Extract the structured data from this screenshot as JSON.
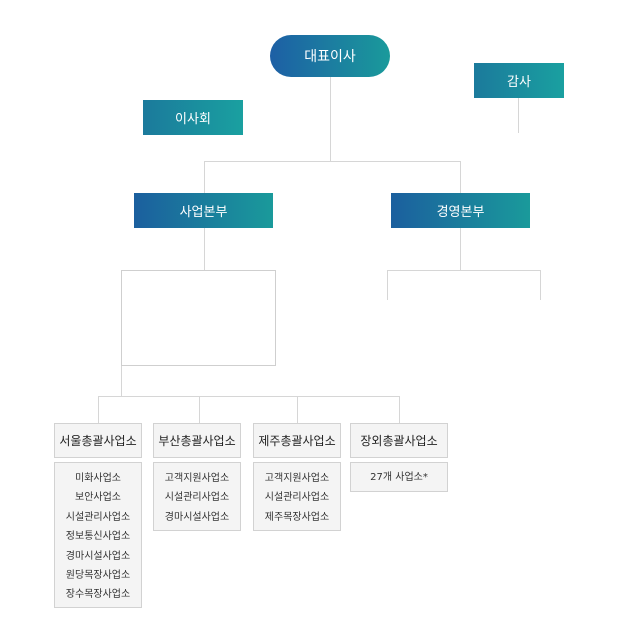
{
  "ceo": "대표이사",
  "audit": "감사",
  "board": "이사회",
  "divisions": {
    "business": "사업본부",
    "management": "경영본부"
  },
  "offices": [
    {
      "name": "서울총괄사업소",
      "items": [
        "미화사업소",
        "보안사업소",
        "시설관리사업소",
        "정보통신사업소",
        "경마시설사업소",
        "원당목장사업소",
        "장수목장사업소"
      ]
    },
    {
      "name": "부산총괄사업소",
      "items": [
        "고객지원사업소",
        "시설관리사업소",
        "경마시설사업소"
      ]
    },
    {
      "name": "제주총괄사업소",
      "items": [
        "고객지원사업소",
        "시설관리사업소",
        "제주목장사업소"
      ]
    },
    {
      "name": "장외총괄사업소",
      "items": [
        "27개 사업소*"
      ]
    }
  ]
}
